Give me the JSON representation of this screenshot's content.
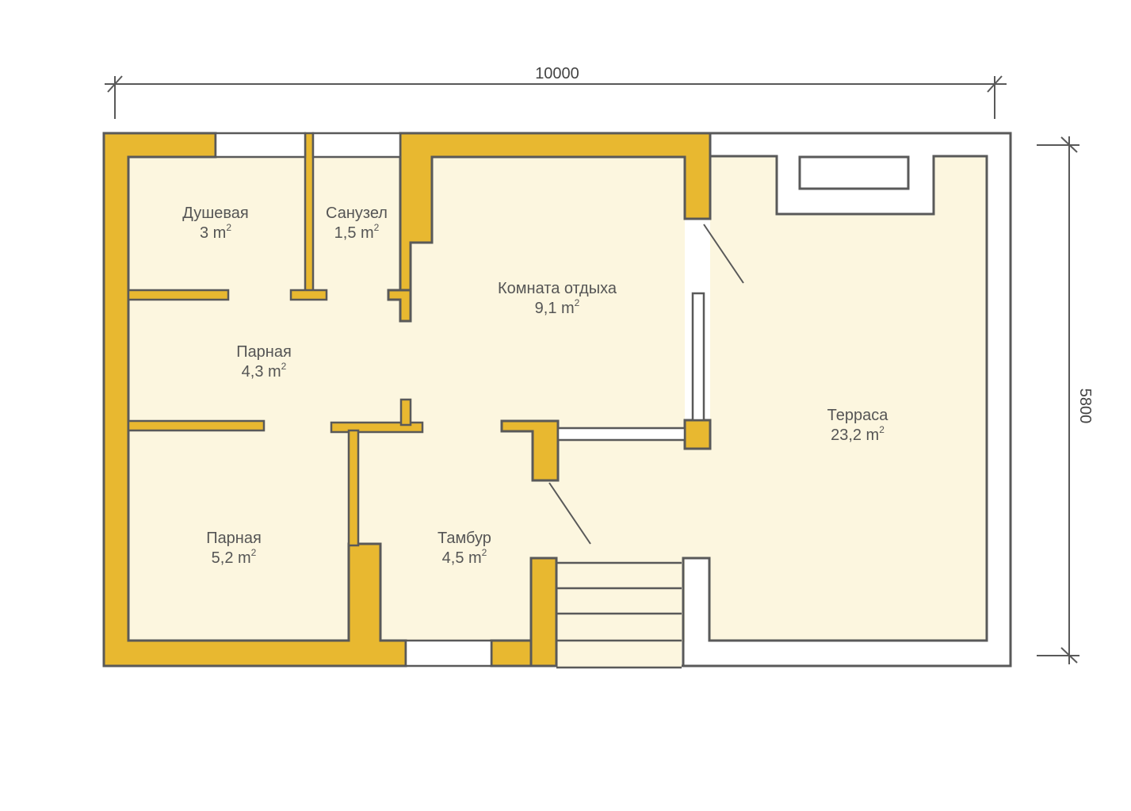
{
  "colors": {
    "wall_fill": "#E8B830",
    "outline": "#595959",
    "floor": "#FCF6DF",
    "window": "#FFFFFF",
    "text": "#555555"
  },
  "dimensions": {
    "width_label": "10000",
    "height_label": "5800"
  },
  "area_unit": "m",
  "area_unit_power": "2",
  "rooms": [
    {
      "name": "Душевая",
      "area": "3"
    },
    {
      "name": "Санузел",
      "area": "1,5"
    },
    {
      "name": "Комната отдыха",
      "area": "9,1"
    },
    {
      "name": "Парная",
      "area": "4,3"
    },
    {
      "name": "Терраса",
      "area": "23,2"
    },
    {
      "name": "Парная",
      "area": "5,2"
    },
    {
      "name": "Тамбур",
      "area": "4,5"
    }
  ]
}
